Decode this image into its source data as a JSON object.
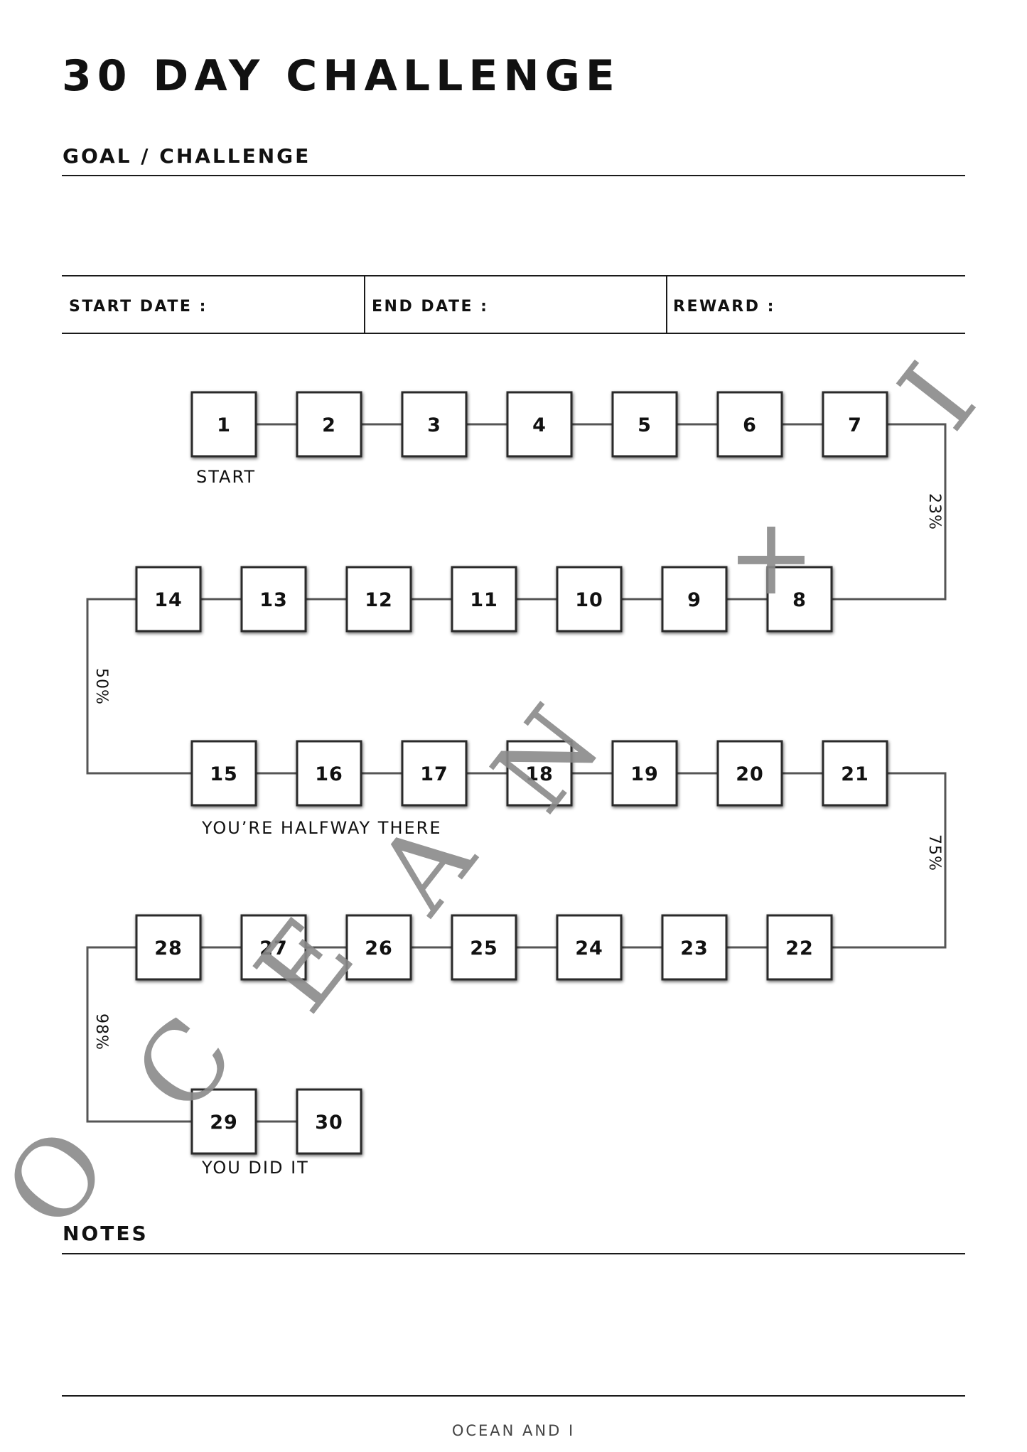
{
  "title": "30 DAY CHALLENGE",
  "goal_label": "GOAL / CHALLENGE",
  "fields": {
    "start_date": "START DATE :",
    "end_date": "END DATE :",
    "reward": "REWARD :"
  },
  "captions": {
    "start": "START",
    "halfway": "YOU’RE HALFWAY THERE",
    "done": "YOU DID IT"
  },
  "milestones": [
    "23%",
    "50%",
    "75%",
    "98%"
  ],
  "rows": [
    [
      1,
      2,
      3,
      4,
      5,
      6,
      7
    ],
    [
      14,
      13,
      12,
      11,
      10,
      9,
      8
    ],
    [
      15,
      16,
      17,
      18,
      19,
      20,
      21
    ],
    [
      28,
      27,
      26,
      25,
      24,
      23,
      22
    ],
    [
      29,
      30
    ]
  ],
  "notes_label": "NOTES",
  "footer": "OCEAN AND I",
  "watermark_letters": [
    "O",
    "C",
    "E",
    "A",
    "N",
    "+",
    "I"
  ]
}
